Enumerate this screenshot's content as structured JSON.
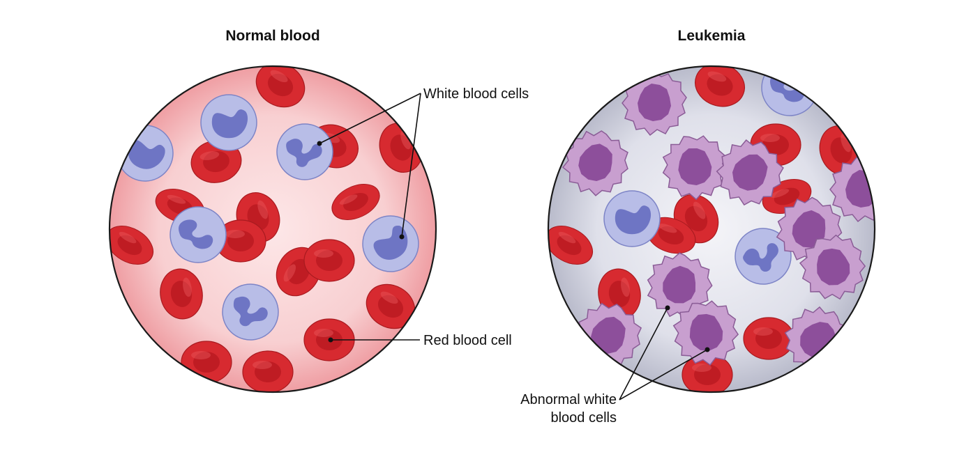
{
  "panels": {
    "normal": {
      "title": "Normal blood"
    },
    "leukemia": {
      "title": "Leukemia"
    }
  },
  "labels": {
    "white_blood_cells": "White blood cells",
    "red_blood_cell": "Red blood cell",
    "abnormal_line1": "Abnormal white",
    "abnormal_line2": "blood cells"
  },
  "colors": {
    "normal_background": "#f6c9cb",
    "leukemia_background": "#dcdde8",
    "red_cell": "#d8262c",
    "red_cell_center": "#c31d24",
    "white_cell": "#b7bde6",
    "white_cell_nucleus": "#6d74c2",
    "abnormal_cell": "#c69ccc",
    "abnormal_nucleus": "#8a4f98",
    "outline": "#1a1a1a"
  }
}
